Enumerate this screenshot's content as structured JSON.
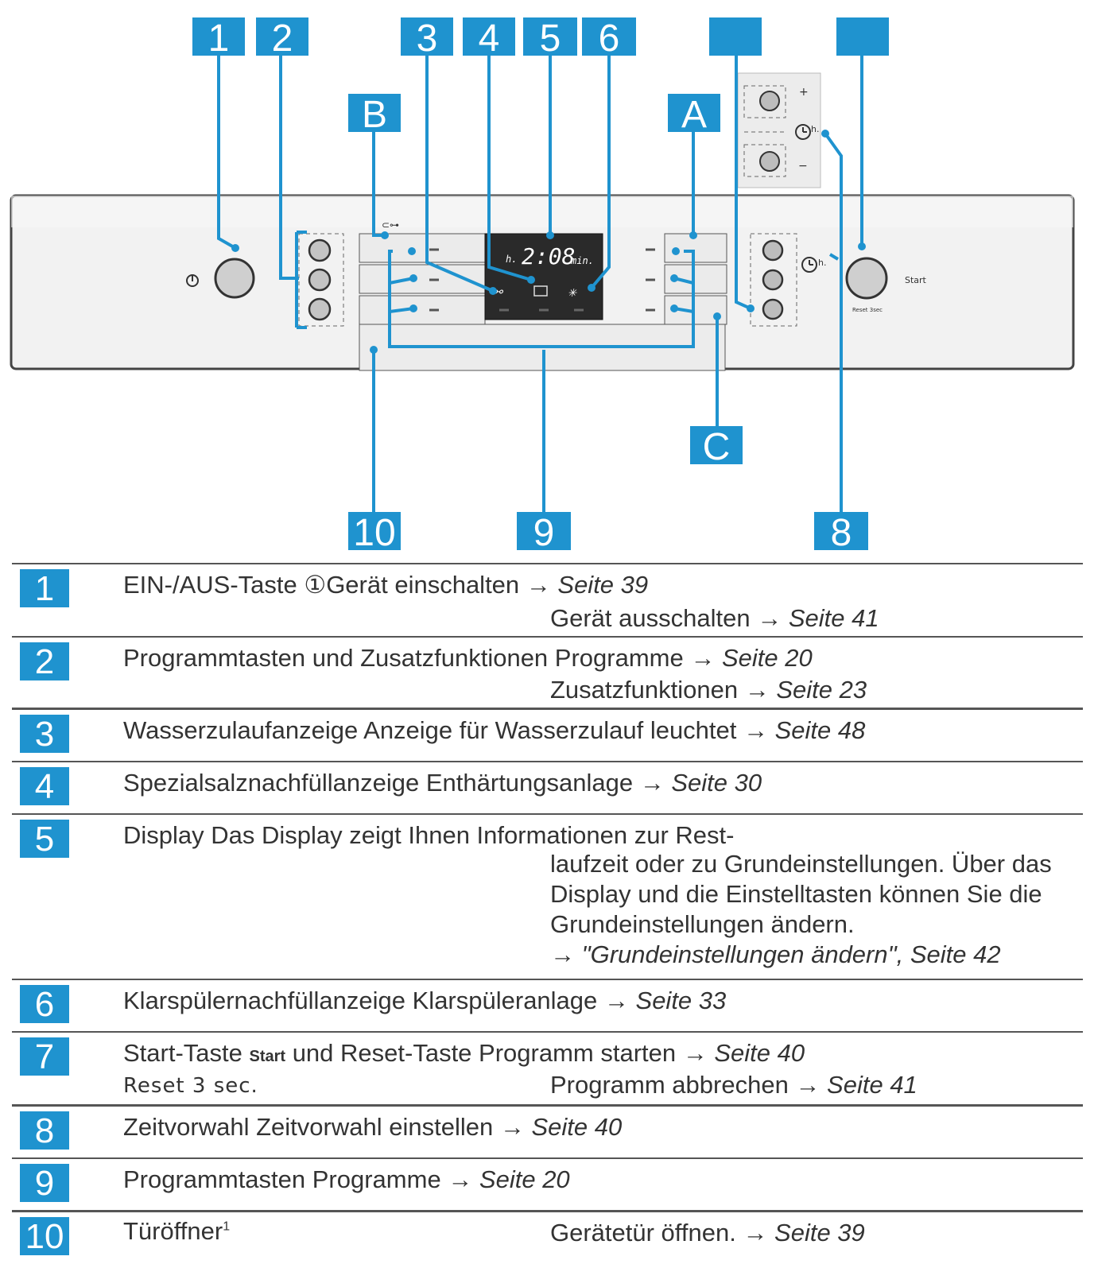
{
  "callouts": {
    "n1": "1",
    "n2": "2",
    "n3": "3",
    "n4": "4",
    "n5": "5",
    "n6": "6",
    "n7": "",
    "n7b": "",
    "n8": "8",
    "n9": "9",
    "n10": "10",
    "A": "A",
    "B": "B",
    "C": "C"
  },
  "panel": {
    "display_time": "2:08",
    "display_h": "h.",
    "display_min": "min.",
    "start_label": "Start",
    "reset_label": "Reset 3sec",
    "timer_label": "h.",
    "plus": "+",
    "minus": "−"
  },
  "legend": [
    {
      "num": "1",
      "title": "EIN-/AUS-Taste ",
      "icon": "①",
      "detail": "Gerät einschalten → ",
      "page": "Seite 39",
      "extra": [
        {
          "text": "Gerät ausschalten → ",
          "page": "Seite 41"
        }
      ]
    },
    {
      "num": "2",
      "title": "Programmtasten und Zusatzfunktionen",
      "detail": " Programme → ",
      "page": "Seite 20",
      "extra": [
        {
          "text": "Zusatzfunktionen → ",
          "page": "Seite 23"
        }
      ]
    },
    {
      "num": "3",
      "title": "Wasserzulaufanzeige",
      "detail": " Anzeige für Wasserzulauf leuchtet → ",
      "page": "Seite 48"
    },
    {
      "num": "4",
      "title": "Spezialsalznachfüllanzeige",
      "detail": " Enthärtungsanlage → ",
      "page": "Seite 30"
    },
    {
      "num": "5",
      "title": "Display",
      "detail": " Das Display zeigt Ihnen Informationen zur Rest-",
      "lines": [
        "laufzeit oder zu Grundeinstellungen. Über das",
        "Display und die Einstelltasten können Sie die",
        "Grundeinstellungen ändern."
      ],
      "link": "→ \"Grundeinstellungen ändern\", Seite 42"
    },
    {
      "num": "6",
      "title": "Klarspülernachfüllanzeige",
      "detail": " Klarspüleranlage → ",
      "page": "Seite 33"
    },
    {
      "num": "7",
      "title": "Start-Taste ",
      "icon": "Start",
      "title2": " und Reset-Taste",
      "detail": " Programm starten → ",
      "page": "Seite 40",
      "sub": "Reset 3 sec.",
      "extra": [
        {
          "text": "Programm abbrechen → ",
          "page": "Seite 41"
        }
      ]
    },
    {
      "num": "8",
      "title": "Zeitvorwahl",
      "detail": " Zeitvorwahl einstellen → ",
      "page": "Seite 40"
    },
    {
      "num": "9",
      "title": "Programmtasten",
      "detail": " Programme → ",
      "page": "Seite 20"
    },
    {
      "num": "10",
      "title": "Türöffner",
      "sup": "1",
      "detail": "Gerätetür öffnen. → ",
      "page": "Seite 39"
    }
  ],
  "colors": {
    "badge": "#1f93cf",
    "line": "#1f93cf",
    "panel": "#f2f2f2",
    "display": "#2a2a2a"
  }
}
